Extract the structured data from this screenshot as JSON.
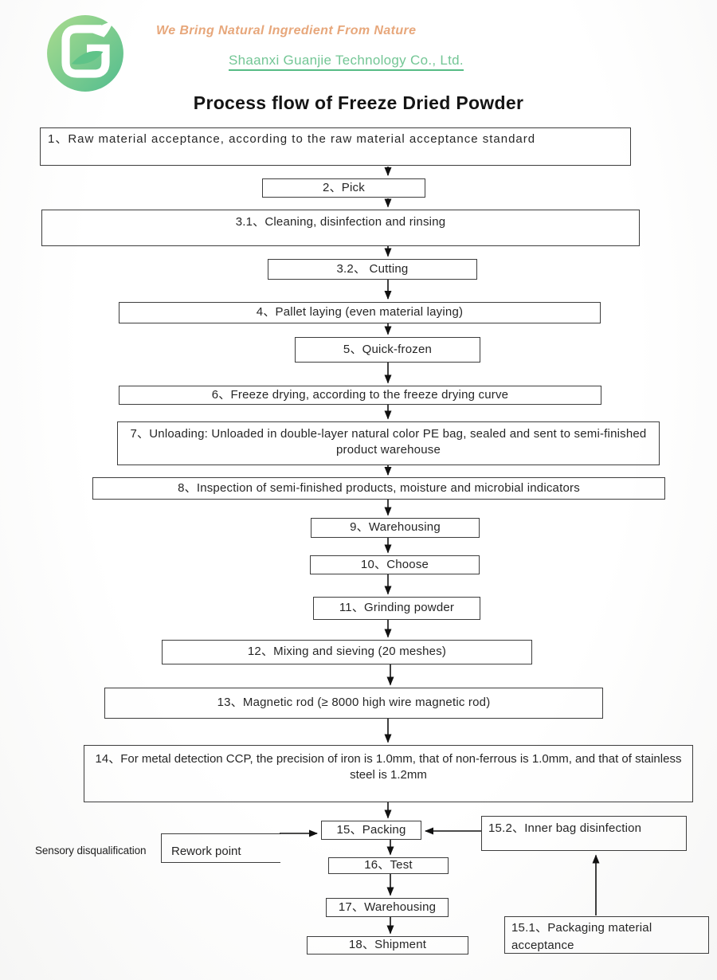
{
  "header": {
    "tagline": "We Bring Natural Ingredient From Nature",
    "company": "Shaanxi Guanjie Technology Co., Ltd.",
    "title": "Process flow of Freeze Dried Powder",
    "logo": "guanjie-leaf-logo",
    "colors": {
      "tagline": "#E7A77B",
      "company_link": "#73C695",
      "logo_green_light": "#ABDC8E",
      "logo_green_dark": "#52BD8F",
      "box_border": "#3d3d3d"
    }
  },
  "flow": {
    "steps": [
      {
        "id": "1",
        "label": "1、Raw material acceptance, according to the raw material acceptance standard"
      },
      {
        "id": "2",
        "label": "2、Pick"
      },
      {
        "id": "3.1",
        "label": "3.1、Cleaning, disinfection and rinsing"
      },
      {
        "id": "3.2",
        "label": "3.2、 Cutting"
      },
      {
        "id": "4",
        "label": "4、Pallet laying (even material laying)"
      },
      {
        "id": "5",
        "label": "5、Quick-frozen"
      },
      {
        "id": "6",
        "label": "6、Freeze drying, according to the freeze drying curve"
      },
      {
        "id": "7",
        "label": "7、Unloading: Unloaded in double-layer natural color PE bag, sealed and sent to semi-finished product warehouse"
      },
      {
        "id": "8",
        "label": "8、Inspection of semi-finished products, moisture and microbial indicators"
      },
      {
        "id": "9",
        "label": "9、Warehousing"
      },
      {
        "id": "10",
        "label": "10、Choose"
      },
      {
        "id": "11",
        "label": "11、Grinding powder"
      },
      {
        "id": "12",
        "label": "12、Mixing and sieving (20 meshes)"
      },
      {
        "id": "13",
        "label": "13、Magnetic rod (≥ 8000 high wire magnetic rod)"
      },
      {
        "id": "14",
        "label": "14、For metal detection CCP, the precision of iron is 1.0mm, that of non-ferrous is 1.0mm, and that of stainless steel is 1.2mm"
      },
      {
        "id": "15",
        "label": "15、Packing"
      },
      {
        "id": "16",
        "label": "16、Test"
      },
      {
        "id": "17",
        "label": "17、Warehousing"
      },
      {
        "id": "18",
        "label": "18、Shipment"
      },
      {
        "id": "15.2",
        "label": "15.2、Inner bag disinfection"
      },
      {
        "id": "15.1",
        "label": "15.1、Packaging material acceptance"
      }
    ],
    "side": {
      "sensory_label": "Sensory disqualification",
      "rework_label": "Rework point"
    }
  }
}
